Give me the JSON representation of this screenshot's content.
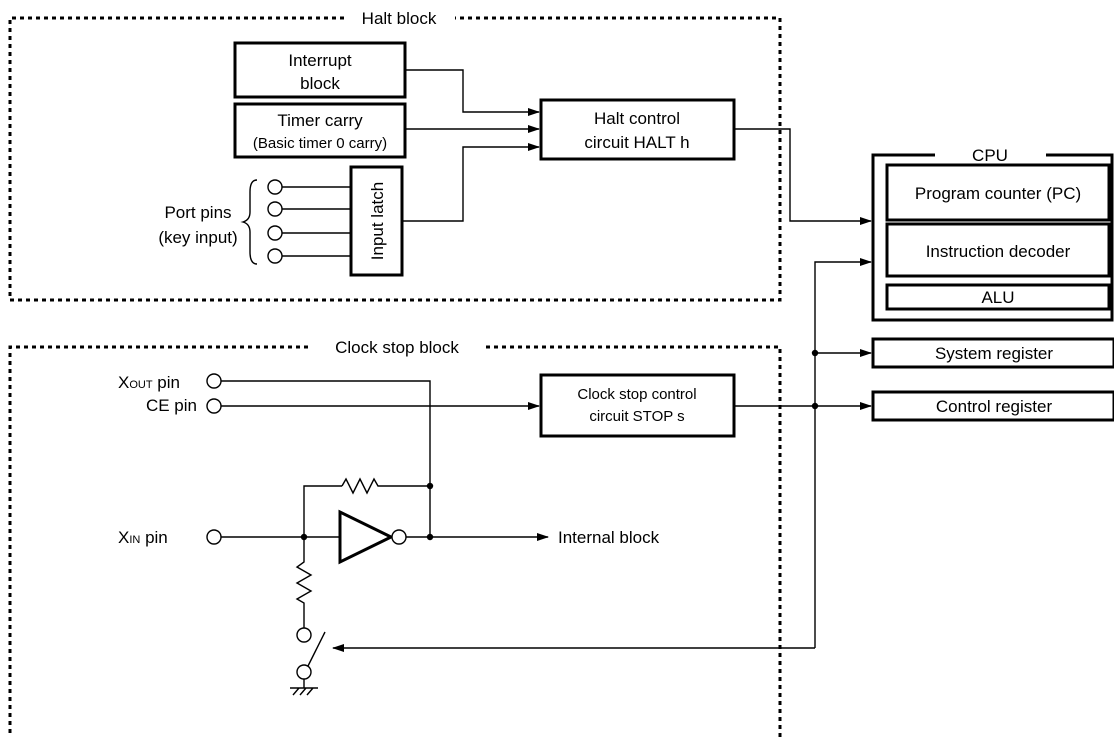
{
  "halt_block": {
    "title": "Halt block",
    "interrupt_line1": "Interrupt",
    "interrupt_line2": "block",
    "timer_line1": "Timer carry",
    "timer_line2": "(Basic timer 0 carry)",
    "input_latch": "Input latch",
    "port_pins_line1": "Port pins",
    "port_pins_line2": "(key input)",
    "halt_control_line1": "Halt control",
    "halt_control_line2": "circuit HALT h"
  },
  "cpu": {
    "title": "CPU",
    "program_counter": "Program counter (PC)",
    "instruction_decoder": "Instruction decoder",
    "alu": "ALU"
  },
  "registers": {
    "system": "System register",
    "control": "Control register"
  },
  "clock_stop_block": {
    "title": "Clock stop block",
    "ce_pin": "CE pin",
    "xout_main": "X",
    "xout_sub": "OUT",
    "xout_suffix": " pin",
    "xin_main": "X",
    "xin_sub": "IN",
    "xin_suffix": " pin",
    "stop_control_line1": "Clock stop control",
    "stop_control_line2": "circuit STOP s",
    "internal_block": "Internal block"
  }
}
